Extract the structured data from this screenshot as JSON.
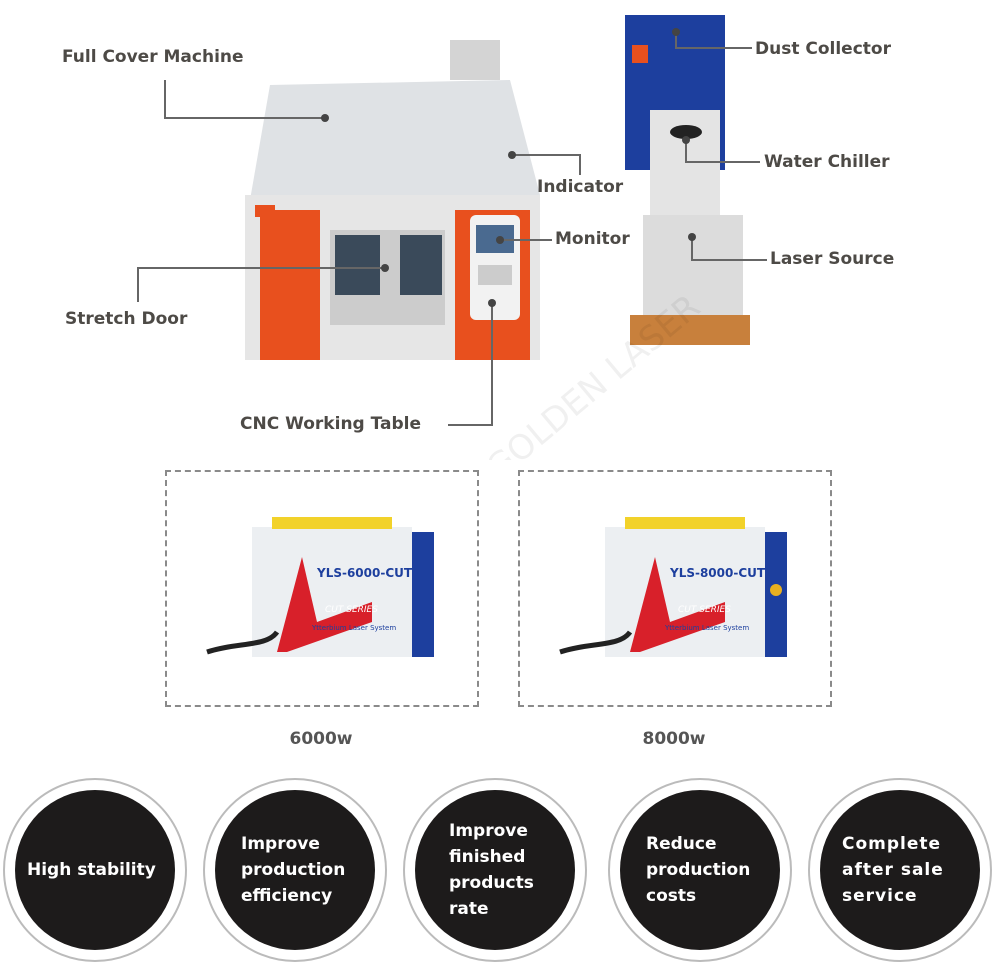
{
  "labels": {
    "full_cover": "Full Cover Machine",
    "dust_collector": "Dust Collector",
    "indicator": "Indicator",
    "water_chiller": "Water Chiller",
    "monitor": "Monitor",
    "laser_source": "Laser Source",
    "stretch_door": "Stretch Door",
    "cnc_table": "CNC Working Table"
  },
  "products": [
    {
      "model": "YLS-6000-CUT",
      "series": "CUT SERIES",
      "subtitle": "Ytterbium Laser System",
      "caption": "6000w"
    },
    {
      "model": "YLS-8000-CUT",
      "series": "CUT SERIES",
      "subtitle": "Ytterbium Laser System",
      "caption": "8000w"
    }
  ],
  "features": [
    "High stability",
    "Improve production efficiency",
    "Improve finished products rate",
    "Reduce production costs",
    "Complete after sale service"
  ],
  "watermark": "GOLDEN LASER",
  "colors": {
    "accent": "#e8501e",
    "label": "#4d4a46",
    "badge": "#1d1b1b",
    "blue": "#1d3f9e"
  }
}
